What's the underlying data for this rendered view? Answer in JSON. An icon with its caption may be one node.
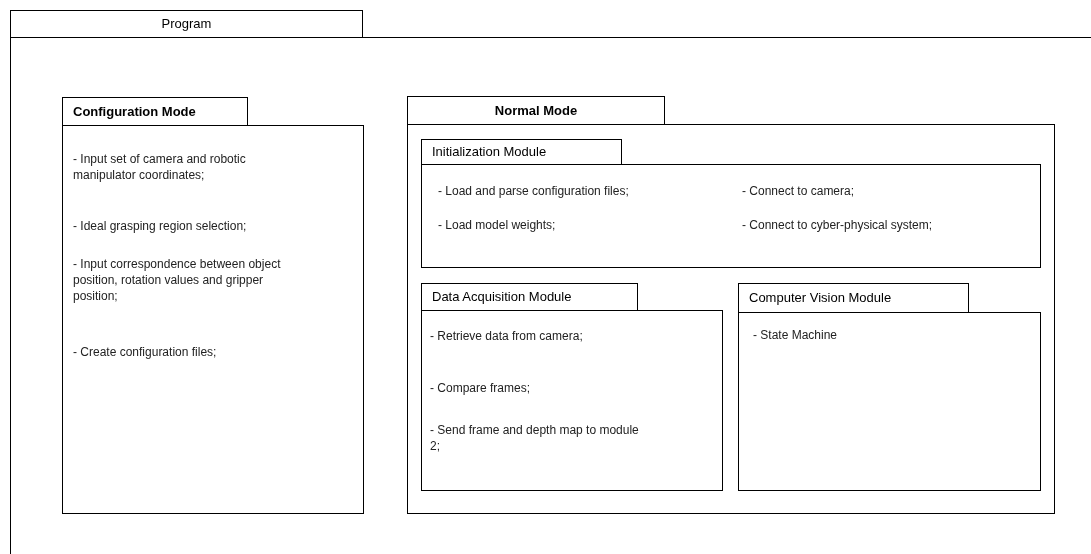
{
  "diagram": {
    "nodes": [
      {
        "text": [
          "Program"
        ]
      },
      {
        "text": [
          "Configuration Mode",
          "- Input set of camera and robotic manipulator coordinates;",
          "- Ideal grasping region selection;",
          "- Input correspondence between object position, rotation values and gripper position;",
          "- Create configuration files;"
        ],
        "in": 0
      },
      {
        "text": [
          "Normal Mode"
        ],
        "in": 0
      },
      {
        "text": [
          "Initialization Module",
          "- Load and parse configuration files;",
          "- Connect to camera;",
          "- Load model weights;",
          "- Connect to cyber-physical system;"
        ],
        "in": 2
      },
      {
        "text": [
          "Data Acquisition Module",
          "- Retrieve data from camera;",
          "- Compare frames;",
          "- Send frame and depth map to module 2;"
        ],
        "in": 2
      },
      {
        "text": [
          "Computer Vision Module",
          "- State Machine"
        ],
        "in": 2
      }
    ]
  }
}
